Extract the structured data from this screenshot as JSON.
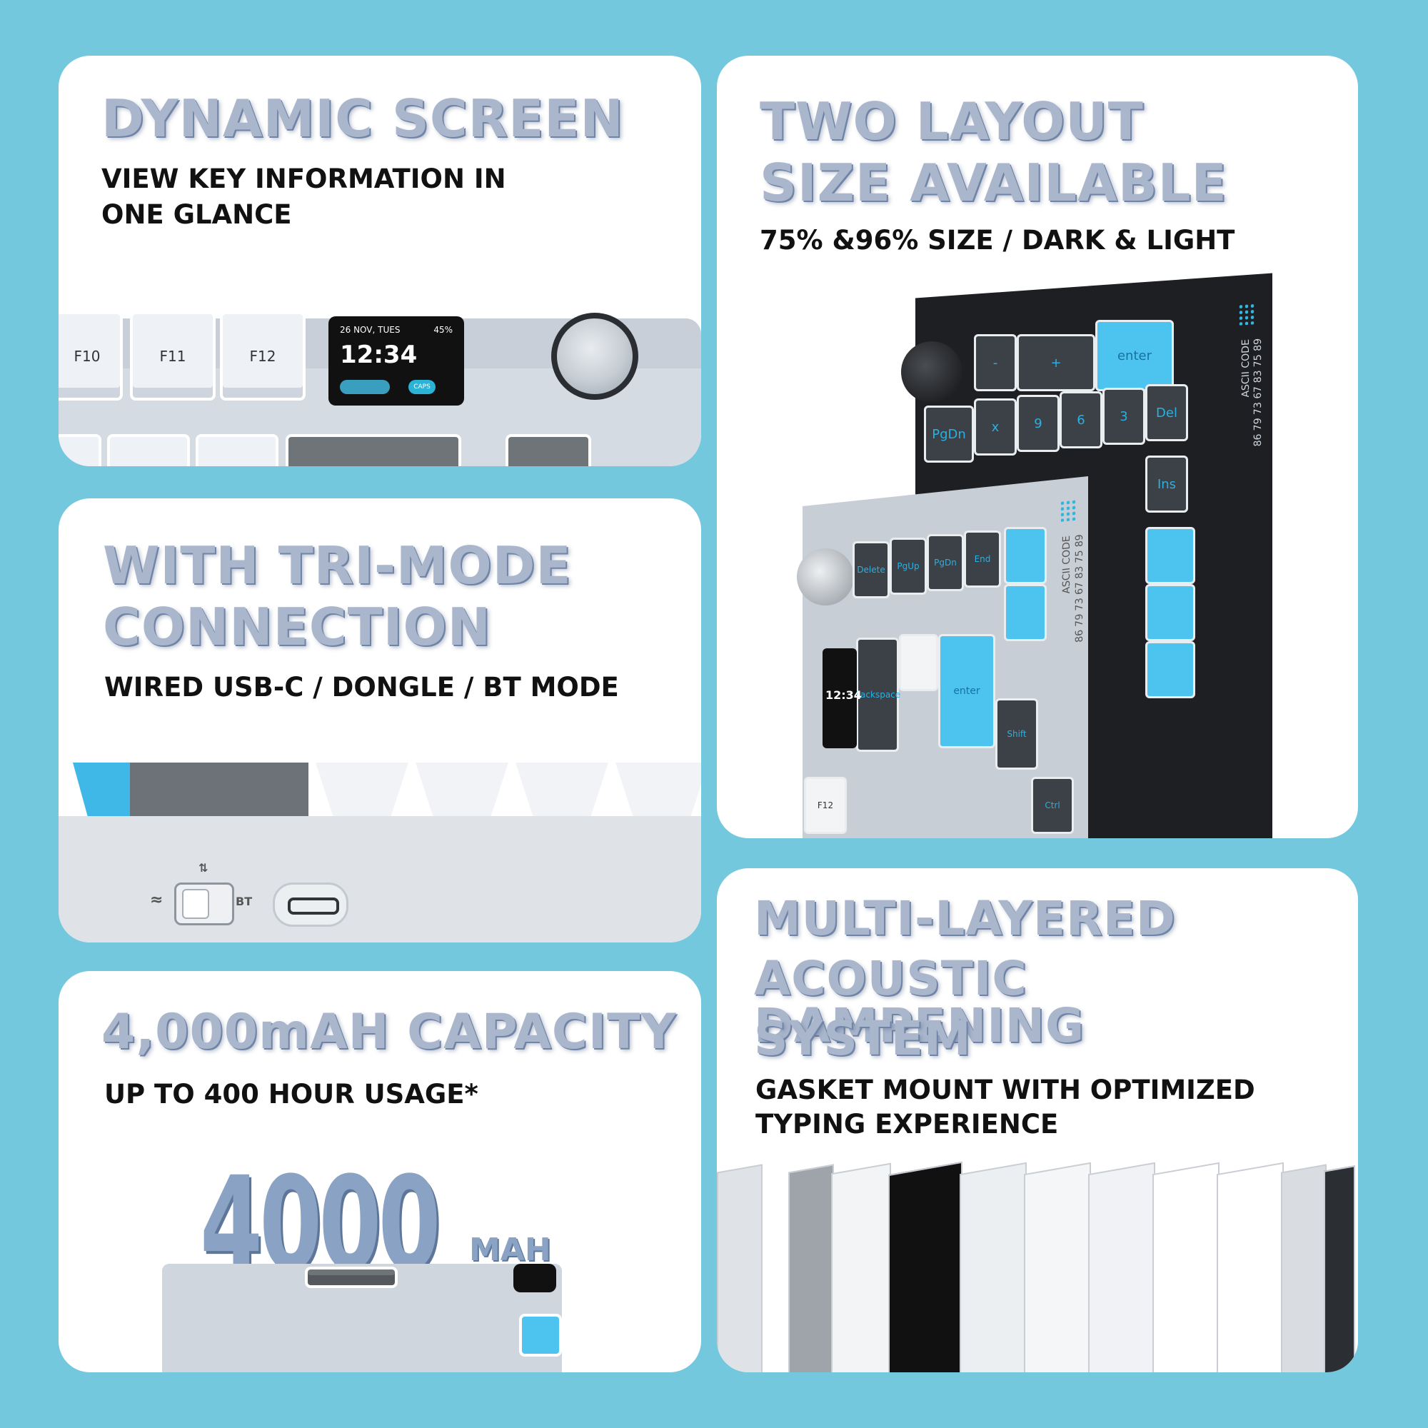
{
  "cards": {
    "screen": {
      "title": "DYNAMIC SCREEN",
      "subtitle_line1": "VIEW KEY INFORMATION IN",
      "subtitle_line2": "ONE GLANCE",
      "keys": [
        "F10",
        "F11",
        "F12"
      ],
      "lcd": {
        "date": "26 NOV, TUES",
        "battery": "45%",
        "time": "12:34",
        "caps": "CAPS"
      }
    },
    "tri_mode": {
      "title_line1": "WITH TRI-MODE",
      "title_line2": "CONNECTION",
      "subtitle": "WIRED USB-C / DONGLE / BT MODE",
      "switch_label": "BT"
    },
    "battery": {
      "title": "4,000mAH CAPACITY",
      "subtitle": "UP TO 400 HOUR USAGE*",
      "big_number": "4000",
      "unit": "MAH"
    },
    "layout": {
      "title_line1": "TWO LAYOUT",
      "title_line2": "SIZE AVAILABLE",
      "subtitle": "75% &96% SIZE / DARK & LIGHT",
      "ascii_label": "ASCII CODE",
      "ascii_digits": "86 79 73 67 83 75 89",
      "dark_keys": [
        "-",
        "+",
        "enter",
        "PgDn",
        "x",
        "9",
        "6",
        "3",
        "Del",
        "Ins"
      ],
      "light_keys": [
        "Delete",
        "PgUp",
        "PgDn",
        "End",
        "Backspace",
        "enter",
        "Shift",
        "Ctrl",
        "F12"
      ],
      "light_lcd_time": "12:34"
    },
    "acoustic": {
      "title_line1": "MULTI-LAYERED",
      "title_line2": "ACOUSTIC DAMPENING",
      "title_line3": "SYSTEM",
      "subtitle_line1": "GASKET MOUNT WITH OPTIMIZED",
      "subtitle_line2": "TYPING EXPERIENCE"
    }
  },
  "colors": {
    "background": "#74c8dd",
    "title_fill": "#a9b6cc",
    "title_shadow": "#6f84a6",
    "accent_blue": "#4cc4ef"
  }
}
